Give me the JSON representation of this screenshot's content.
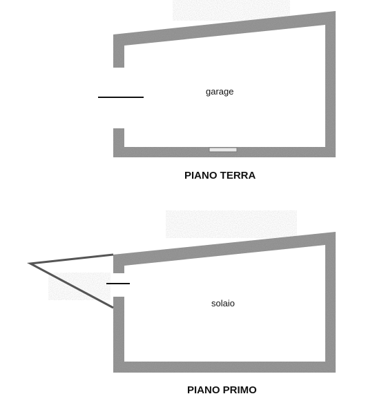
{
  "colors": {
    "wall": "#8f8f8f",
    "wall_dark": "#6f6f6f",
    "ink": "#111111",
    "speckle": "#d6d6d6"
  },
  "ground_floor": {
    "title": "PIANO TERRA",
    "room": "garage"
  },
  "first_floor": {
    "title": "PIANO PRIMO",
    "room": "solaio"
  }
}
